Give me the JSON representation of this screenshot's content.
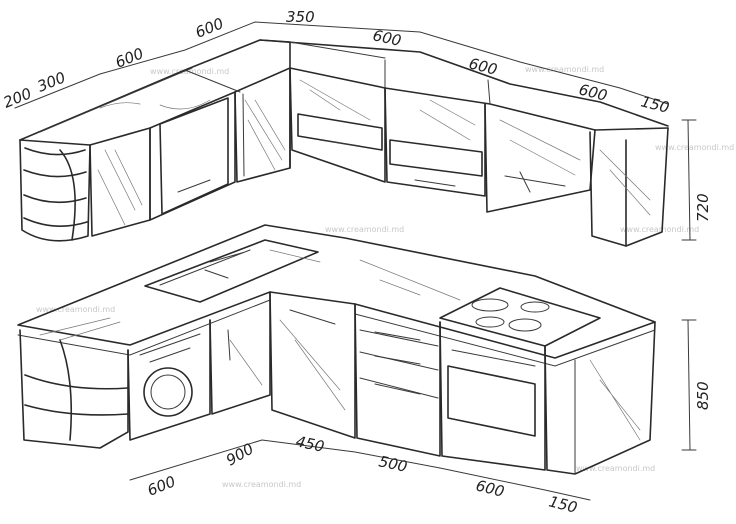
{
  "dimensions": {
    "upper": [
      "200",
      "300",
      "600",
      "600",
      "350",
      "600",
      "600",
      "600",
      "150"
    ],
    "upper_height": "720",
    "lower_left": [
      "600",
      "900"
    ],
    "lower_front": [
      "450",
      "500",
      "600",
      "150"
    ],
    "lower_height": "850"
  },
  "watermark": "www.creamondi.md"
}
